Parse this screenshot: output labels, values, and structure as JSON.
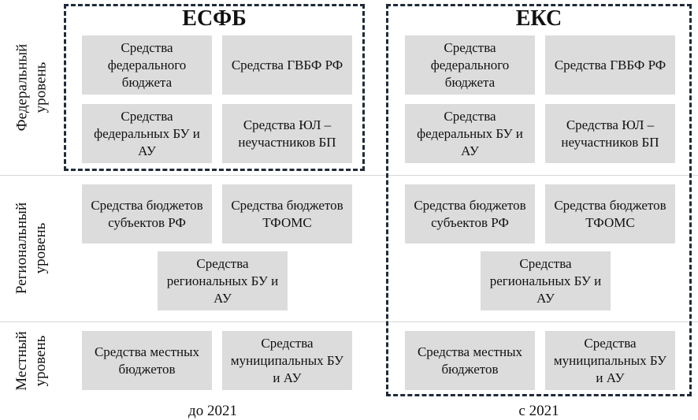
{
  "levels": {
    "federal": "Федеральный уровень",
    "regional": "Региональный уровень",
    "local": "Местный уровень"
  },
  "groups": {
    "left_title": "ЕСФБ",
    "right_title": "ЕКС"
  },
  "periods": {
    "left": "до 2021",
    "right": "с 2021"
  },
  "left": {
    "fed_budget": "Средства федерального бюджета",
    "gvbf": "Средства ГВБФ РФ",
    "fed_bu_au": "Средства федеральных БУ и АУ",
    "yul": "Средства ЮЛ – неучастников БП",
    "subj_budgets": "Средства бюджетов субъектов РФ",
    "tfoms": "Средства бюджетов ТФОМС",
    "reg_bu_au": "Средства региональных БУ и АУ",
    "local_budgets": "Средства местных бюджетов",
    "mun_bu_au": "Средства муниципальных БУ и АУ"
  },
  "right": {
    "fed_budget": "Средства федерального бюджета",
    "gvbf": "Средства ГВБФ РФ",
    "fed_bu_au": "Средства федеральных БУ и АУ",
    "yul": "Средства ЮЛ – неучастников БП",
    "subj_budgets": "Средства бюджетов субъектов РФ",
    "tfoms": "Средства бюджетов ТФОМС",
    "reg_bu_au": "Средства региональных БУ и АУ",
    "local_budgets": "Средства местных бюджетов",
    "mun_bu_au": "Средства муниципальных БУ и АУ"
  }
}
